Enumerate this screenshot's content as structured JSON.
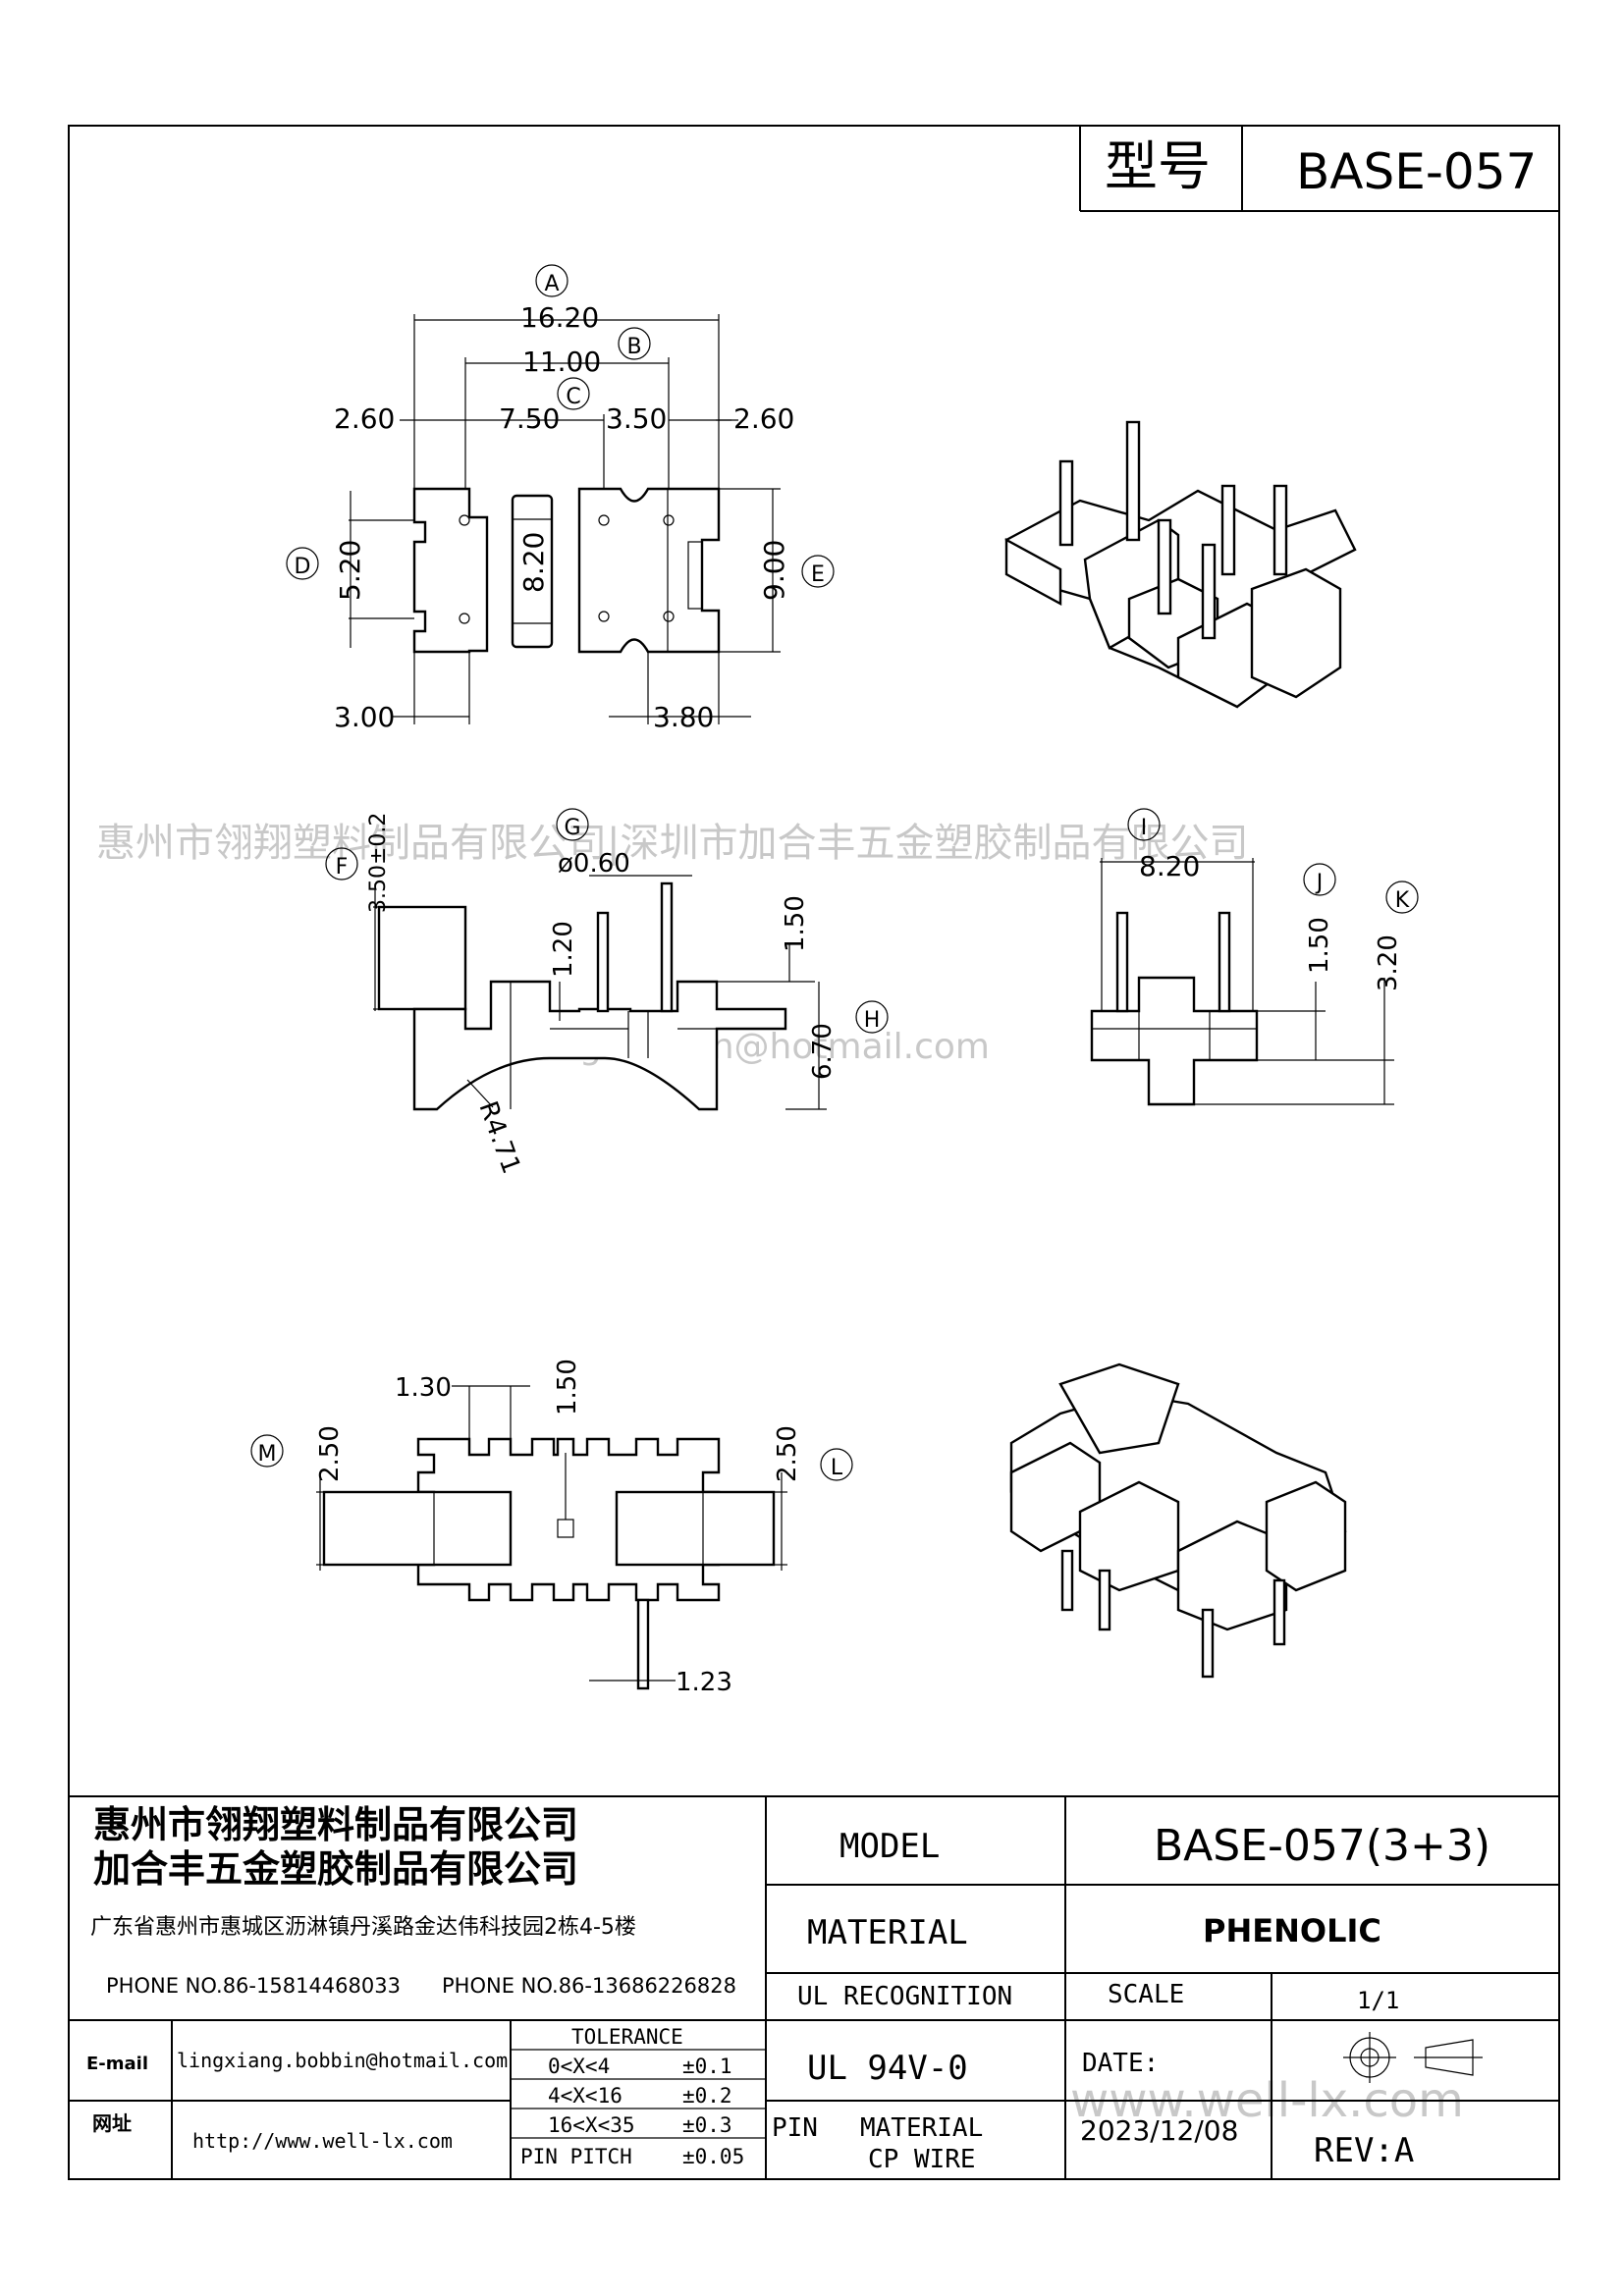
{
  "header": {
    "model_cn": "型号",
    "model": "BASE-057"
  },
  "watermark": {
    "company_line": "惠州市翎翔塑料制品有限公司|深圳市加合丰五金塑胶制品有限公司",
    "email": "lingxiang.bobbin@hotmail.com",
    "site": "www.well-lx.com"
  },
  "top_view": {
    "labels": {
      "A": "A",
      "B": "B",
      "C": "C",
      "D": "D",
      "E": "E"
    },
    "dims": {
      "a": "16.20",
      "b": "11.00",
      "c": "7.50",
      "d": "3.50",
      "left": "2.60",
      "right": "2.60",
      "h1": "5.20",
      "h2": "8.20",
      "h3": "9.00",
      "bl": "3.00",
      "br": "3.80"
    }
  },
  "front_view": {
    "labels": {
      "F": "F",
      "G": "G",
      "H": "H"
    },
    "dims": {
      "f": "3.50±0.2",
      "g": "ø0.60",
      "p1": "1.20",
      "p2": "1.50",
      "h": "6.70",
      "r": "R4.71"
    }
  },
  "side_view": {
    "labels": {
      "I": "I",
      "J": "J",
      "K": "K"
    },
    "dims": {
      "i": "8.20",
      "j": "1.50",
      "k": "3.20"
    }
  },
  "bottom_view": {
    "labels": {
      "M": "M",
      "L": "L"
    },
    "dims": {
      "w1": "1.30",
      "w2": "1.50",
      "m": "2.50",
      "l": "2.50",
      "p": "1.23"
    }
  },
  "title_block": {
    "company1": "惠州市翎翔塑料制品有限公司",
    "company2": "加合丰五金塑胶制品有限公司",
    "address": "广东省惠州市惠城区沥淋镇丹溪路金达伟科技园2栋4-5楼",
    "phone1": "PHONE NO.86-15814468033",
    "phone2": "PHONE NO.86-13686226828",
    "email_label": "E-mail",
    "email": "lingxiang.bobbin@hotmail.com",
    "site_label": "网址",
    "site": "http://www.well-lx.com",
    "tolerance_title": "TOLERANCE",
    "tolerances": [
      {
        "range": "0<X<4",
        "val": "±0.1"
      },
      {
        "range": "4<X<16",
        "val": "±0.2"
      },
      {
        "range": "16<X<35",
        "val": "±0.3"
      },
      {
        "range": "PIN PITCH",
        "val": "±0.05"
      }
    ],
    "model_label": "MODEL",
    "model_value": "BASE-057(3+3)",
    "material_label": "MATERIAL",
    "material_value": "PHENOLIC",
    "ul_label": "UL RECOGNITION",
    "ul_value": "UL 94V-0",
    "scale_label": "SCALE",
    "scale_value": "1/1",
    "date_label": "DATE:",
    "date_value": "2023/12/08",
    "pin_label": "PIN",
    "pin_material": "MATERIAL",
    "pin_wire": "CP WIRE",
    "rev": "REV:A"
  }
}
